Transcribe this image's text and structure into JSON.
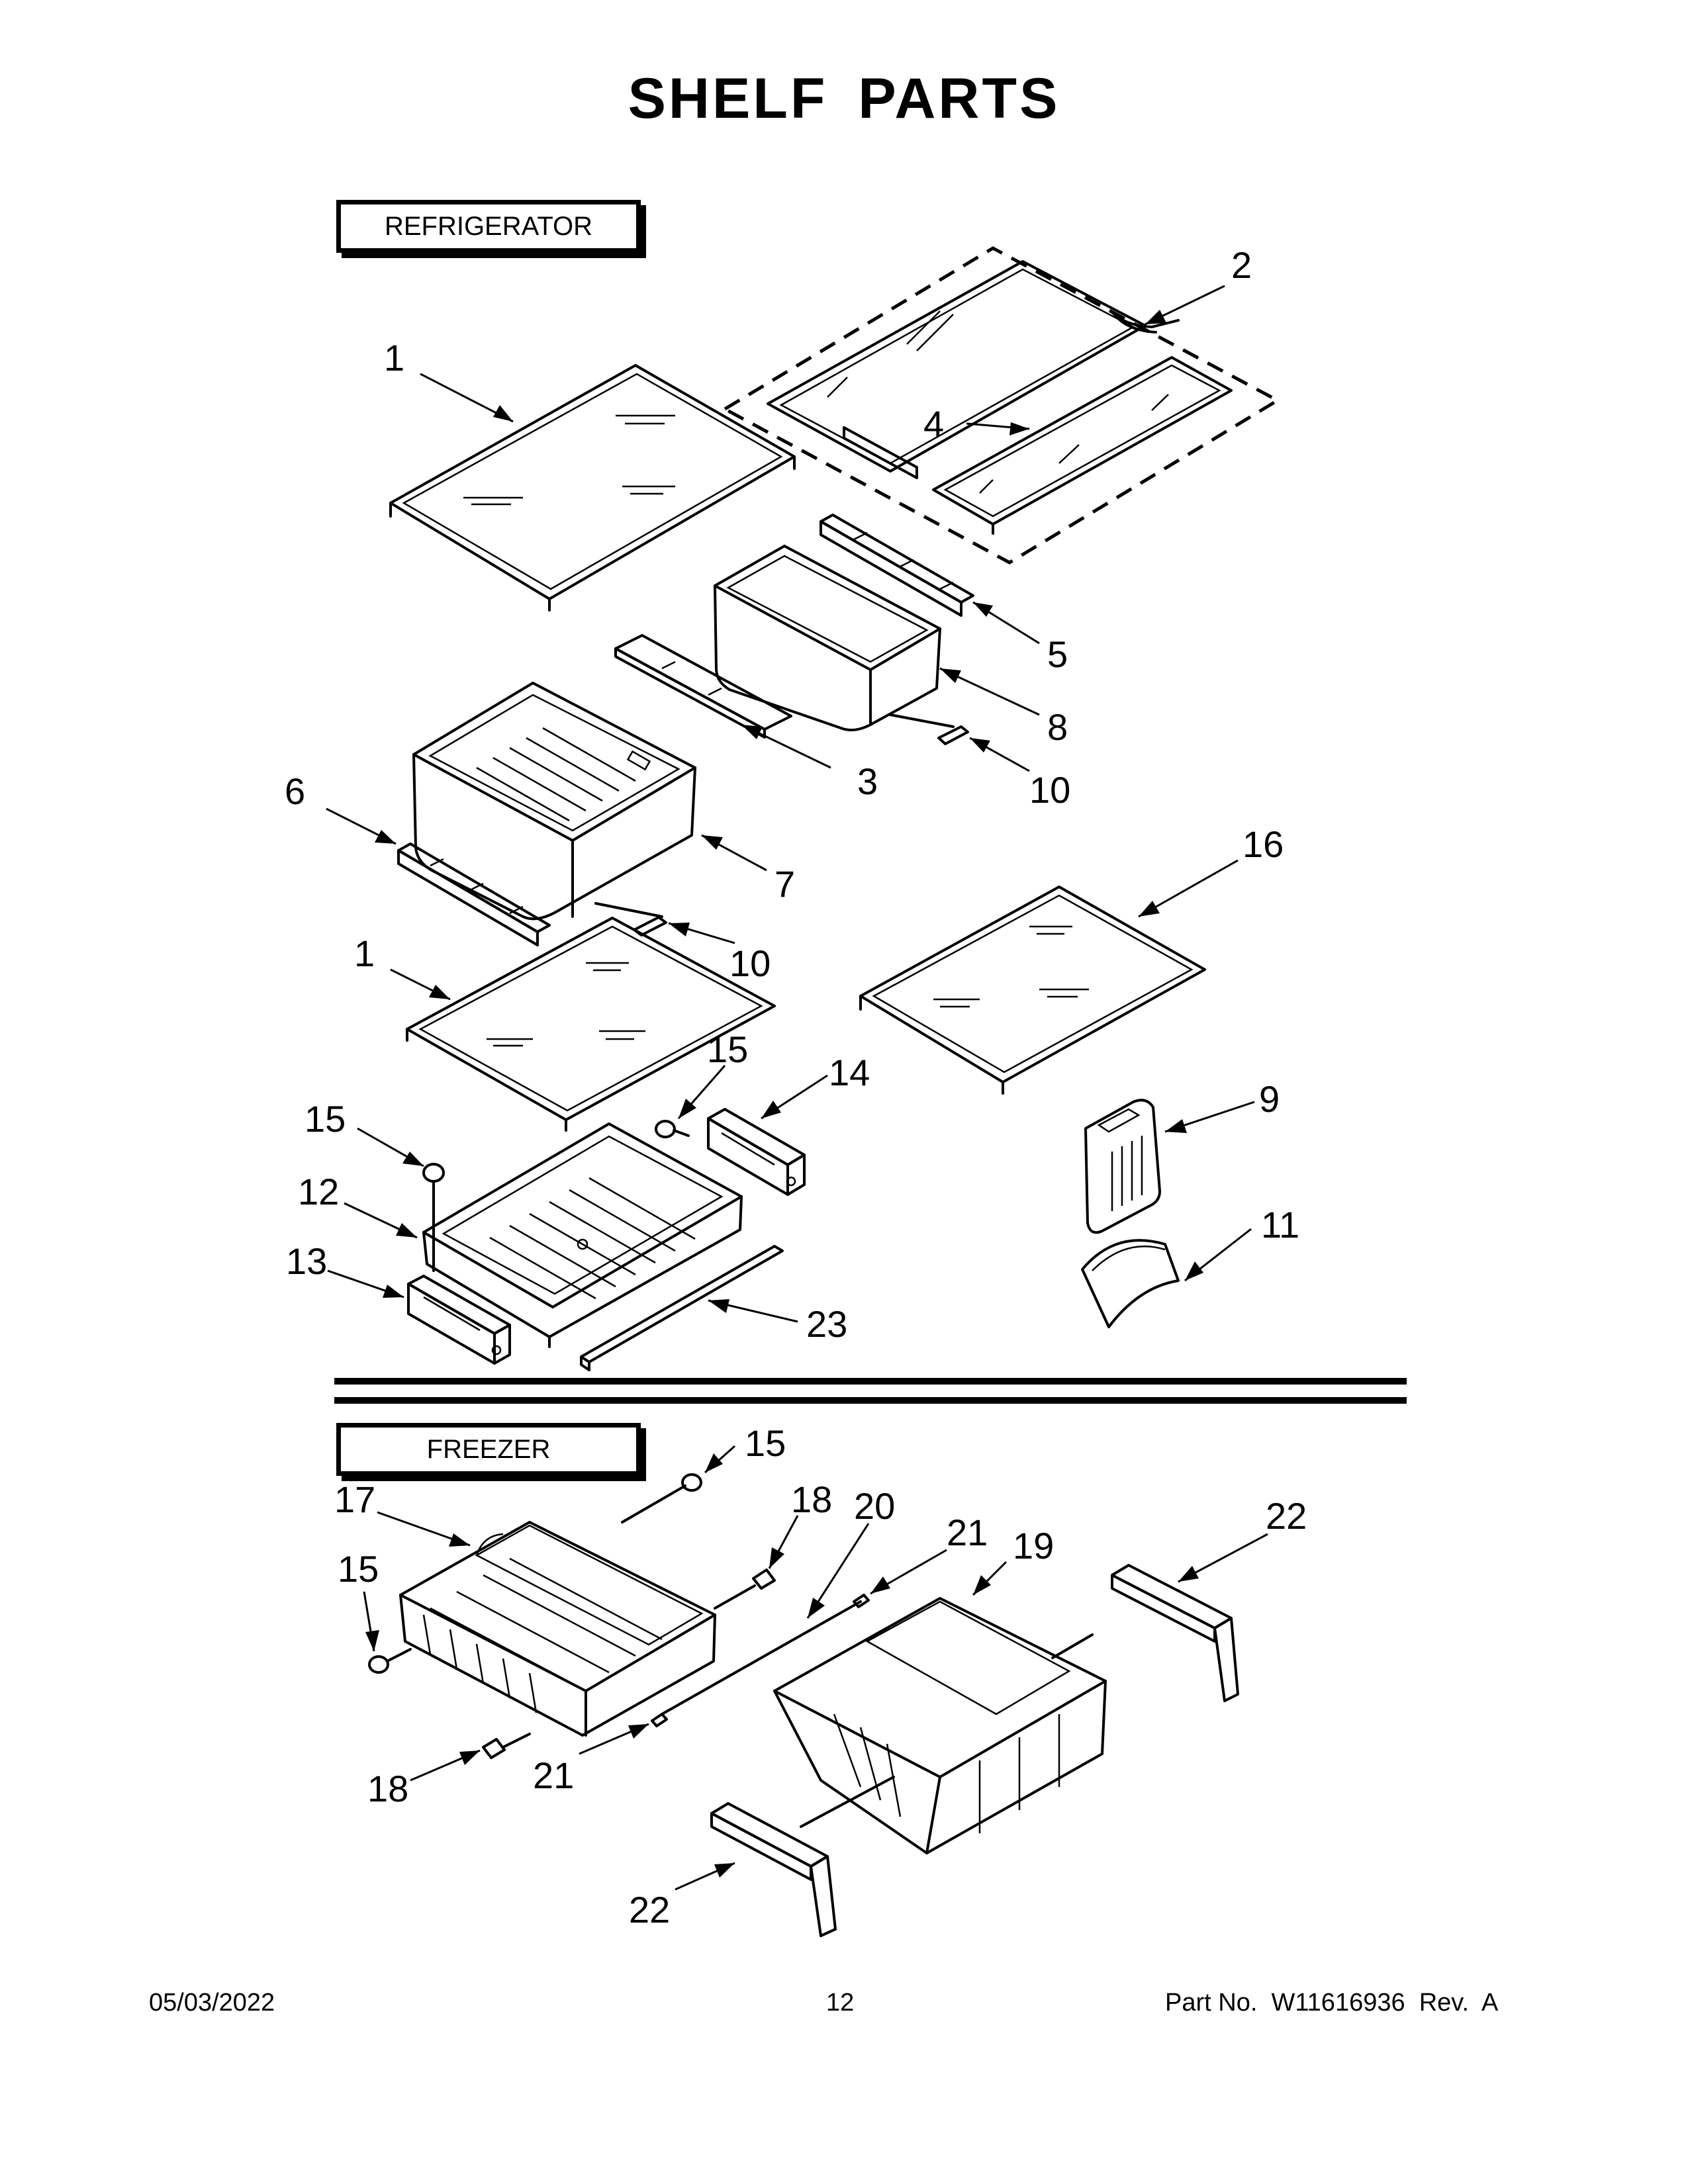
{
  "page": {
    "title": "SHELF PARTS",
    "sections": {
      "refrigerator": "REFRIGERATOR",
      "freezer": "FREEZER"
    },
    "footer": {
      "date": "05/03/2022",
      "page_number": "12",
      "part_number": "Part No.  W11616936  Rev.  A"
    }
  },
  "callouts": {
    "r1a": "1",
    "r2": "2",
    "r4": "4",
    "r5": "5",
    "r8": "8",
    "r3": "3",
    "r10a": "10",
    "r6": "6",
    "r7": "7",
    "r10b": "10",
    "r1b": "1",
    "r16": "16",
    "r15a": "15",
    "r14": "14",
    "r15b": "15",
    "r9": "9",
    "r12": "12",
    "r11": "11",
    "r13": "13",
    "r23": "23",
    "f15a": "15",
    "f18a": "18",
    "f20": "20",
    "f21a": "21",
    "f19": "19",
    "f22a": "22",
    "f17": "17",
    "f15b": "15",
    "f18b": "18",
    "f21b": "21",
    "f22b": "22"
  }
}
